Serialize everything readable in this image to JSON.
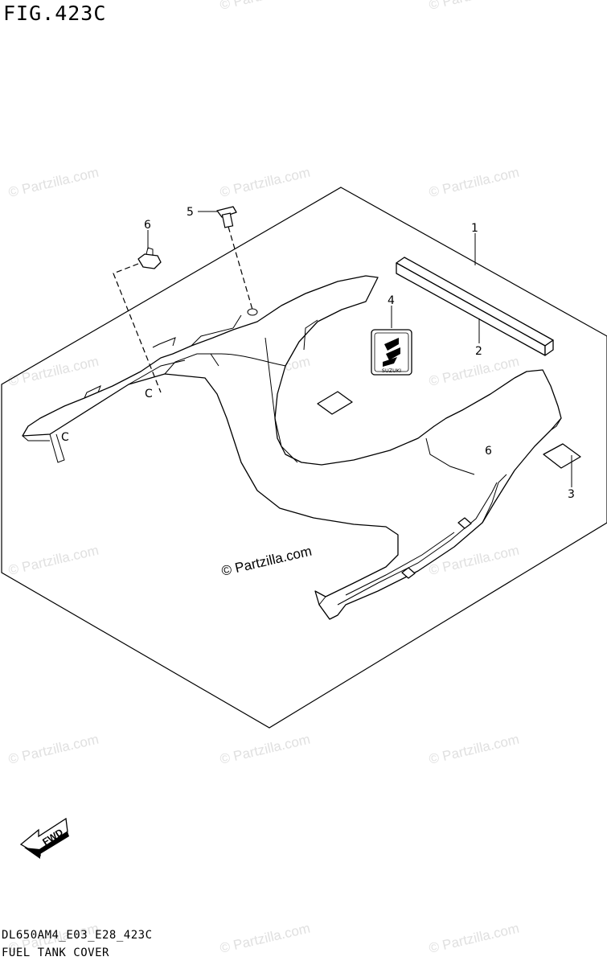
{
  "figure": {
    "title": "FIG.423C",
    "code": "DL650AM4_E03_E28_423C",
    "name": "FUEL TANK COVER"
  },
  "watermark": {
    "text": "© Partzilla.com",
    "center_text": "© Partzilla.com"
  },
  "callouts": [
    "1",
    "2",
    "3",
    "4",
    "5",
    "6"
  ],
  "emblem": {
    "brand": "SUZUKI"
  },
  "direction": {
    "label": "FWD"
  }
}
